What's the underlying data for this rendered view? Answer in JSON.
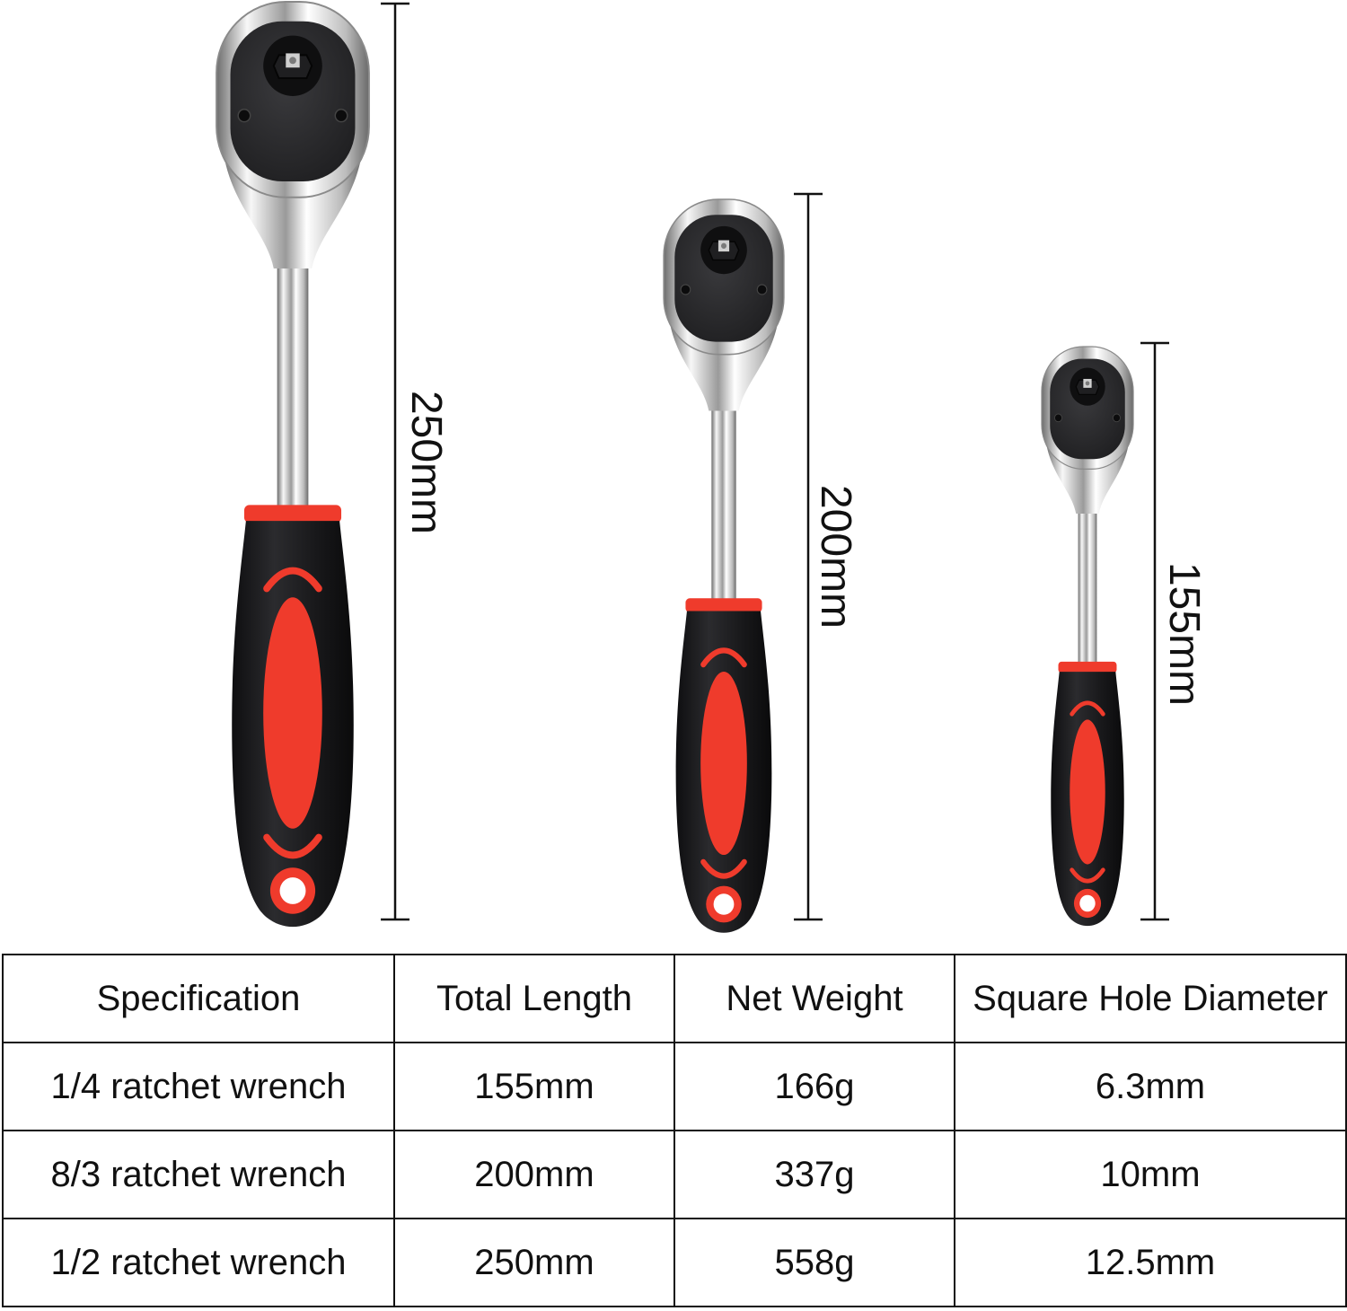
{
  "theme": {
    "handle_black": "#1b1b1d",
    "handle_red": "#ef3b2c",
    "head_dark": "#2a2a2c",
    "chrome_light": "#f4f4f4",
    "chrome_mid": "#b9b9b9",
    "chrome_dark": "#6d6d6d",
    "dimension_line": "#111111"
  },
  "wrenches": [
    {
      "name": "1/2 ratchet wrench",
      "dimension_label": "250mm",
      "length_mm": 250
    },
    {
      "name": "8/3 ratchet wrench",
      "dimension_label": "200mm",
      "length_mm": 200
    },
    {
      "name": "1/4 ratchet wrench",
      "dimension_label": "155mm",
      "length_mm": 155
    }
  ],
  "table": {
    "headers": [
      "Specification",
      "Total Length",
      "Net Weight",
      "Square Hole Diameter"
    ],
    "rows": [
      [
        "1/4 ratchet wrench",
        "155mm",
        "166g",
        "6.3mm"
      ],
      [
        "8/3 ratchet wrench",
        "200mm",
        "337g",
        "10mm"
      ],
      [
        "1/2 ratchet wrench",
        "250mm",
        "558g",
        "12.5mm"
      ]
    ]
  }
}
